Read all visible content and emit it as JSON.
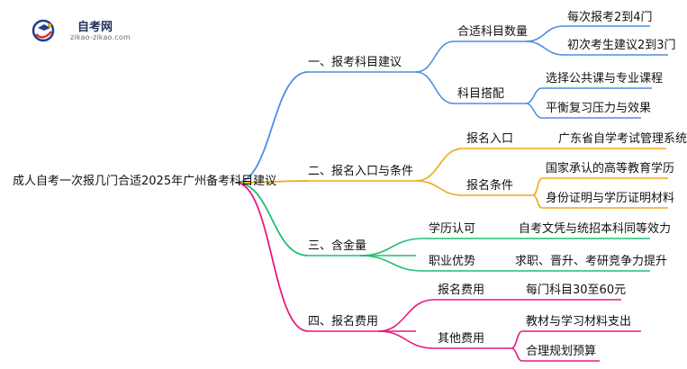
{
  "logo": {
    "title": "自考网",
    "subtitle": "zikao-zikao.com",
    "colors": {
      "blue": "#1f3d8f",
      "red": "#d9312b",
      "orange": "#f2a900"
    }
  },
  "root": {
    "label": "成人自考一次报几门合适2025年广州备考科目建议"
  },
  "branches": [
    {
      "label": "一、报考科目建议",
      "color": "#4b8fe0",
      "groups": [
        {
          "label": "合适科目数量",
          "leaves": [
            "每次报考2到4门",
            "初次考生建议2到3门"
          ]
        },
        {
          "label": "科目搭配",
          "leaves": [
            "选择公共课与专业课程",
            "平衡复习压力与效果"
          ]
        }
      ]
    },
    {
      "label": "二、报名入口与条件",
      "color": "#f0a81c",
      "groups": [
        {
          "label": "报名入口",
          "leaves": [
            "广东省自学考试管理系统"
          ]
        },
        {
          "label": "报名条件",
          "leaves": [
            "国家承认的高等教育学历",
            "身份证明与学历证明材料"
          ]
        }
      ]
    },
    {
      "label": "三、含金量",
      "color": "#1dbf73",
      "groups": [
        {
          "label": "学历认可",
          "leaves": [
            "自考文凭与统招本科同等效力"
          ]
        },
        {
          "label": "职业优势",
          "leaves": [
            "求职、晋升、考研竞争力提升"
          ]
        }
      ]
    },
    {
      "label": "四、报名费用",
      "color": "#e8197f",
      "groups": [
        {
          "label": "报名费用",
          "leaves": [
            "每门科目30至60元"
          ]
        },
        {
          "label": "其他费用",
          "leaves": [
            "教材与学习材料支出",
            "合理规划预算"
          ]
        }
      ]
    }
  ]
}
